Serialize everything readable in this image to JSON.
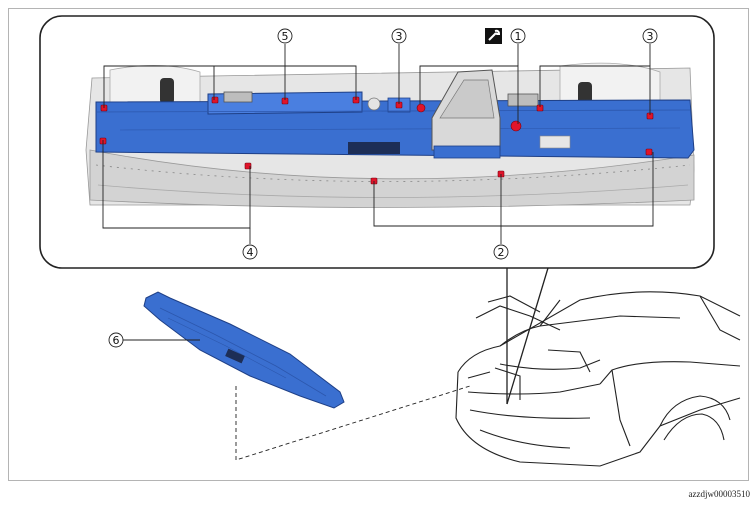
{
  "diagram": {
    "callouts": [
      {
        "id": "1",
        "label": "1"
      },
      {
        "id": "2",
        "label": "2"
      },
      {
        "id": "3a",
        "label": "3"
      },
      {
        "id": "3b",
        "label": "3"
      },
      {
        "id": "4",
        "label": "4"
      },
      {
        "id": "5",
        "label": "5"
      },
      {
        "id": "6",
        "label": "6"
      }
    ],
    "colors": {
      "part_blue": "#3a6fd0",
      "part_blue_dark": "#2c57ad",
      "fastener_red": "#e0142a",
      "line": "#222222",
      "grey_body": "#c9c9c9"
    },
    "icons": [
      "wrench-icon"
    ]
  },
  "figure_code": "azzdjw00003510"
}
